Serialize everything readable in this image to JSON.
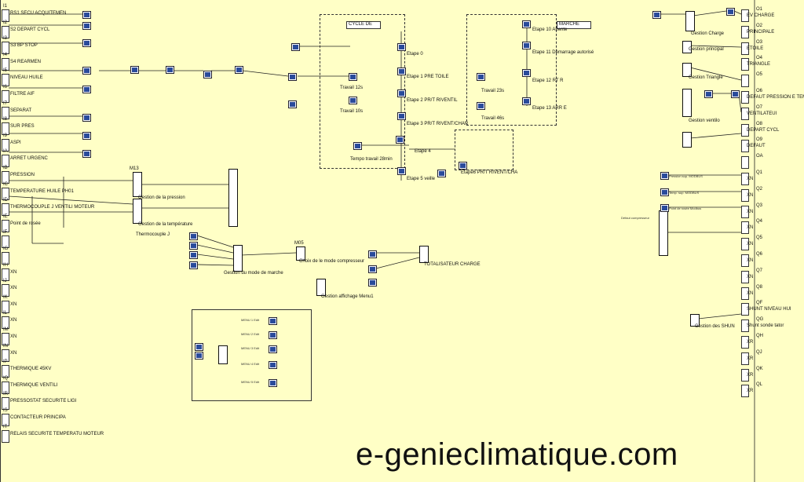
{
  "left_inputs": [
    {
      "id": "I1",
      "label": "RS1 SECU ACQUITEMEN"
    },
    {
      "id": "I2",
      "label": "S2 DEPART CYCL"
    },
    {
      "id": "I3",
      "label": "S3 BP STOP"
    },
    {
      "id": "I4",
      "label": "S4 REARMEN"
    },
    {
      "id": "I5",
      "label": "NIVEAU HUILE"
    },
    {
      "id": "I6",
      "label": "FILTRE AIF"
    },
    {
      "id": "I7",
      "label": "SEPARAT"
    },
    {
      "id": "I8",
      "label": "SUR PRES"
    },
    {
      "id": "I9",
      "label": "ASPI"
    },
    {
      "id": "IA",
      "label": "ARRET URGENC"
    },
    {
      "id": "IB",
      "label": "PRESSION"
    },
    {
      "id": "IC",
      "label": "TEMPERATURE HUILE PH01"
    },
    {
      "id": "ID",
      "label": "THERMOCOUPLE J VENTILI MOTEUR"
    },
    {
      "id": "IE",
      "label": "Point de rosée"
    },
    {
      "id": "IF",
      "label": ""
    },
    {
      "id": "IG",
      "label": ""
    },
    {
      "id": "IH",
      "label": "XN"
    },
    {
      "id": "IJ",
      "label": "XN"
    },
    {
      "id": "IK",
      "label": "XN"
    },
    {
      "id": "IL",
      "label": "XN"
    },
    {
      "id": "IM",
      "label": "XN"
    },
    {
      "id": "IN",
      "label": "XN"
    },
    {
      "id": "IP",
      "label": "THERMIQUE 45KV"
    },
    {
      "id": "IQ",
      "label": "THERMIQUE VENTILI"
    },
    {
      "id": "IR",
      "label": "PRESSOSTAT SECURITE LIGI"
    },
    {
      "id": "IS",
      "label": "CONTACTEUR PRINCIPA"
    },
    {
      "id": "IT",
      "label": "RELAIS SECURITE TEMPERATU MOTEUR"
    }
  ],
  "right_outputs": [
    {
      "id": "O1",
      "label": "EV CHARGE"
    },
    {
      "id": "O2",
      "label": "PRINCIPALE"
    },
    {
      "id": "O3",
      "label": "ETOILE"
    },
    {
      "id": "O4",
      "label": "TRIANGLE"
    },
    {
      "id": "O5",
      "label": ""
    },
    {
      "id": "O6",
      "label": "DEFAUT PRESSION E TEMPERATURE"
    },
    {
      "id": "O7",
      "label": "VENTILATEUI"
    },
    {
      "id": "O8",
      "label": "DEPART CYCL"
    },
    {
      "id": "O9",
      "label": "DEFAUT"
    },
    {
      "id": "OA",
      "label": ""
    },
    {
      "id": "Q1",
      "label": "XN"
    },
    {
      "id": "Q2",
      "label": "XN"
    },
    {
      "id": "Q3",
      "label": "XN"
    },
    {
      "id": "Q4",
      "label": "XN"
    },
    {
      "id": "Q5",
      "label": "XN"
    },
    {
      "id": "Q6",
      "label": "XN"
    },
    {
      "id": "Q7",
      "label": "XN"
    },
    {
      "id": "Q8",
      "label": "XN"
    },
    {
      "id": "QF",
      "label": "SHUNT NIVEAU HUI"
    },
    {
      "id": "QG",
      "label": "Shunt sonde tator"
    },
    {
      "id": "QH",
      "label": "XR"
    },
    {
      "id": "QJ",
      "label": "XR"
    },
    {
      "id": "QK",
      "label": "XR"
    },
    {
      "id": "QL",
      "label": "XR"
    }
  ],
  "grafcet": {
    "cycle_label": "CYCLE DE",
    "marche_label": "MARCHE",
    "steps": [
      {
        "name": "Etape 0",
        "text": "Etape 0"
      },
      {
        "name": "Etape 1",
        "text": "Etape 1 PRE TOILE"
      },
      {
        "name": "Etape 2",
        "text": "Etape 2 PR/T RIVENTIL"
      },
      {
        "name": "Etape 3",
        "text": "Etape 3 PR/T RIVENT/CHAR"
      },
      {
        "name": "Etape 4",
        "text": "Etape 4"
      },
      {
        "name": "Etape 5",
        "text": "Etape 5 veille"
      },
      {
        "name": "Etape 6",
        "text": "Etape6 PR/T RIVENT/CHA"
      },
      {
        "name": "Etape 10",
        "text": "Etape 10 Attente"
      },
      {
        "name": "Etape 11",
        "text": "Etape 11 Démarrage autorisé"
      },
      {
        "name": "Etape 12",
        "text": "Etape 12 RT R"
      },
      {
        "name": "Etape 13",
        "text": "Etape 13 ARR E"
      }
    ],
    "timers": [
      {
        "label": "Travail 12s"
      },
      {
        "label": "Travail 10s"
      },
      {
        "label": "Travail 23s"
      },
      {
        "label": "Travail 46s"
      },
      {
        "label": "Tempo travail 28min"
      }
    ]
  },
  "function_blocks": {
    "m13": "M13",
    "gestion_pression": "Gestion de la pression",
    "gestion_temperature": "Gestion de la température",
    "thermocouple": "Thermocouple J",
    "gestion_mode": "Gestion du mode de marche",
    "m05": "M05",
    "choix_mode": "Choix de le mode compresseur",
    "totalisateur": "TOTALISATEUR CHARGE",
    "gestion_affichage": "Gestion affichage Menu1",
    "gestion_charge": "Gestion Charge",
    "gestion_principal": "Gestion principal",
    "gestion_triangle": "Gestion Triangle",
    "gestion_ventilo": "Gestion ventilo",
    "gestion_shun": "Gestion des SHUN",
    "defaut_compresseur": "Défaut compresseur",
    "pression_modbus": "Pression sup. MODBUS",
    "temp_modbus": "Temp. sup. MODBUS",
    "point_rosee": "Point de rosée Modbus"
  },
  "menus": [
    {
      "label": "MENU 1 Edit"
    },
    {
      "label": "MENU 2 Edit"
    },
    {
      "label": "MENU 3 Edit"
    },
    {
      "label": "MENU 4 Edit"
    },
    {
      "label": "MENU 5 Edit"
    }
  ],
  "watermark": "e-genieclimatique.com"
}
